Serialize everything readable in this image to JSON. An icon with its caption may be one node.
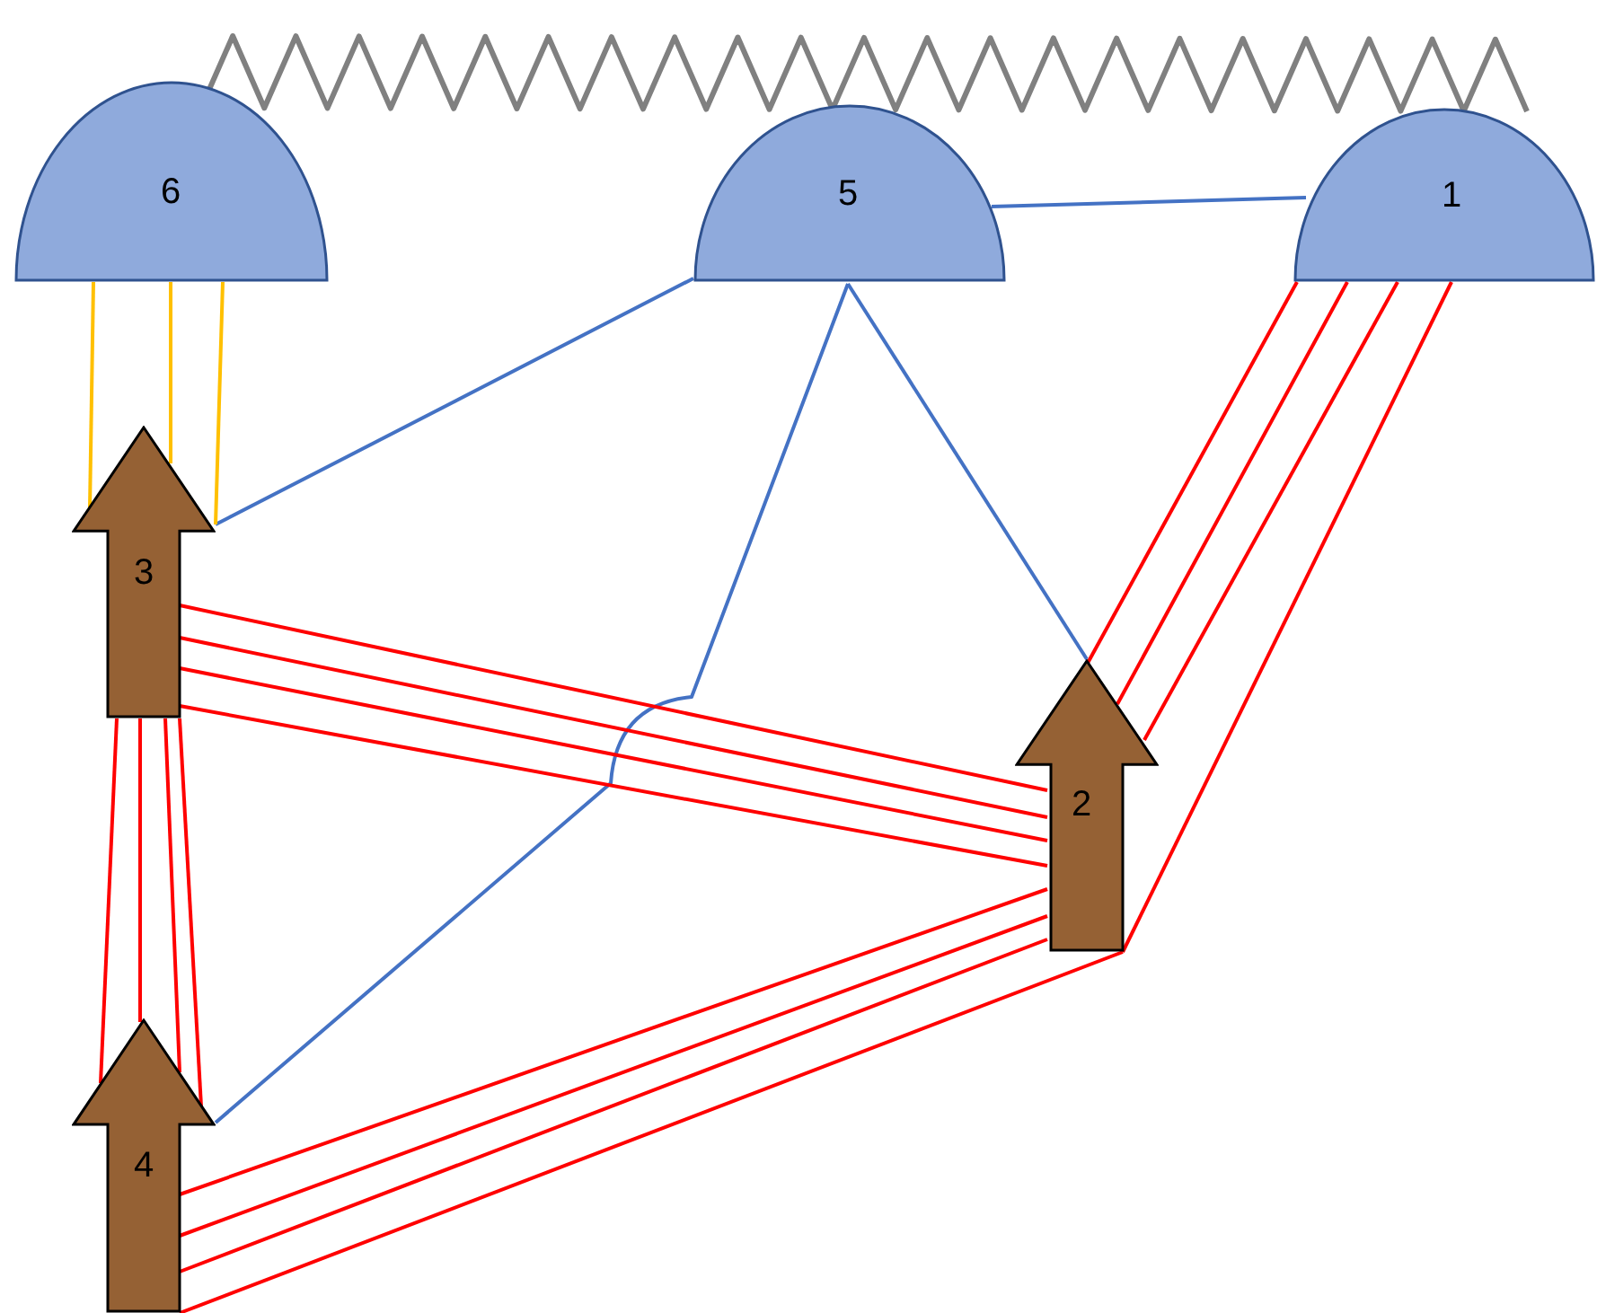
{
  "diagram": {
    "nodes": [
      {
        "text": [
          "6"
        ]
      },
      {
        "text": [
          "5"
        ]
      },
      {
        "text": [
          "1"
        ]
      },
      {
        "text": [
          "3"
        ]
      },
      {
        "text": [
          "2"
        ]
      },
      {
        "text": [
          "4"
        ]
      }
    ],
    "edges": [
      {
        "from": 0,
        "to": 2,
        "arrow": "none",
        "color": "#808080"
      },
      {
        "from": 1,
        "to": 2,
        "arrow": "none",
        "color": "#4472c4"
      },
      {
        "from": 1,
        "to": 3,
        "arrow": "none",
        "color": "#4472c4"
      },
      {
        "from": 1,
        "to": 4,
        "arrow": "none",
        "color": "#4472c4"
      },
      {
        "from": 1,
        "to": 5,
        "arrow": "none",
        "color": "#4472c4"
      },
      {
        "from": 0,
        "to": 3,
        "arrow": "none",
        "color": "#ffc000"
      },
      {
        "from": 0,
        "to": 3,
        "arrow": "none",
        "color": "#ffc000"
      },
      {
        "from": 0,
        "to": 3,
        "arrow": "none",
        "color": "#ffc000"
      },
      {
        "from": 2,
        "to": 4,
        "arrow": "none"
      },
      {
        "from": 2,
        "to": 4,
        "arrow": "none"
      },
      {
        "from": 2,
        "to": 4,
        "arrow": "none"
      },
      {
        "from": 2,
        "to": 4,
        "arrow": "none"
      },
      {
        "from": 3,
        "to": 4,
        "arrow": "none"
      },
      {
        "from": 3,
        "to": 4,
        "arrow": "none"
      },
      {
        "from": 3,
        "to": 4,
        "arrow": "none"
      },
      {
        "from": 3,
        "to": 4,
        "arrow": "none"
      },
      {
        "from": 3,
        "to": 5,
        "arrow": "none"
      },
      {
        "from": 3,
        "to": 5,
        "arrow": "none"
      },
      {
        "from": 3,
        "to": 5,
        "arrow": "none"
      },
      {
        "from": 3,
        "to": 5,
        "arrow": "none"
      },
      {
        "from": 5,
        "to": 4,
        "arrow": "none"
      },
      {
        "from": 5,
        "to": 4,
        "arrow": "none"
      },
      {
        "from": 5,
        "to": 4,
        "arrow": "none"
      },
      {
        "from": 5,
        "to": 4,
        "arrow": "none"
      }
    ]
  }
}
